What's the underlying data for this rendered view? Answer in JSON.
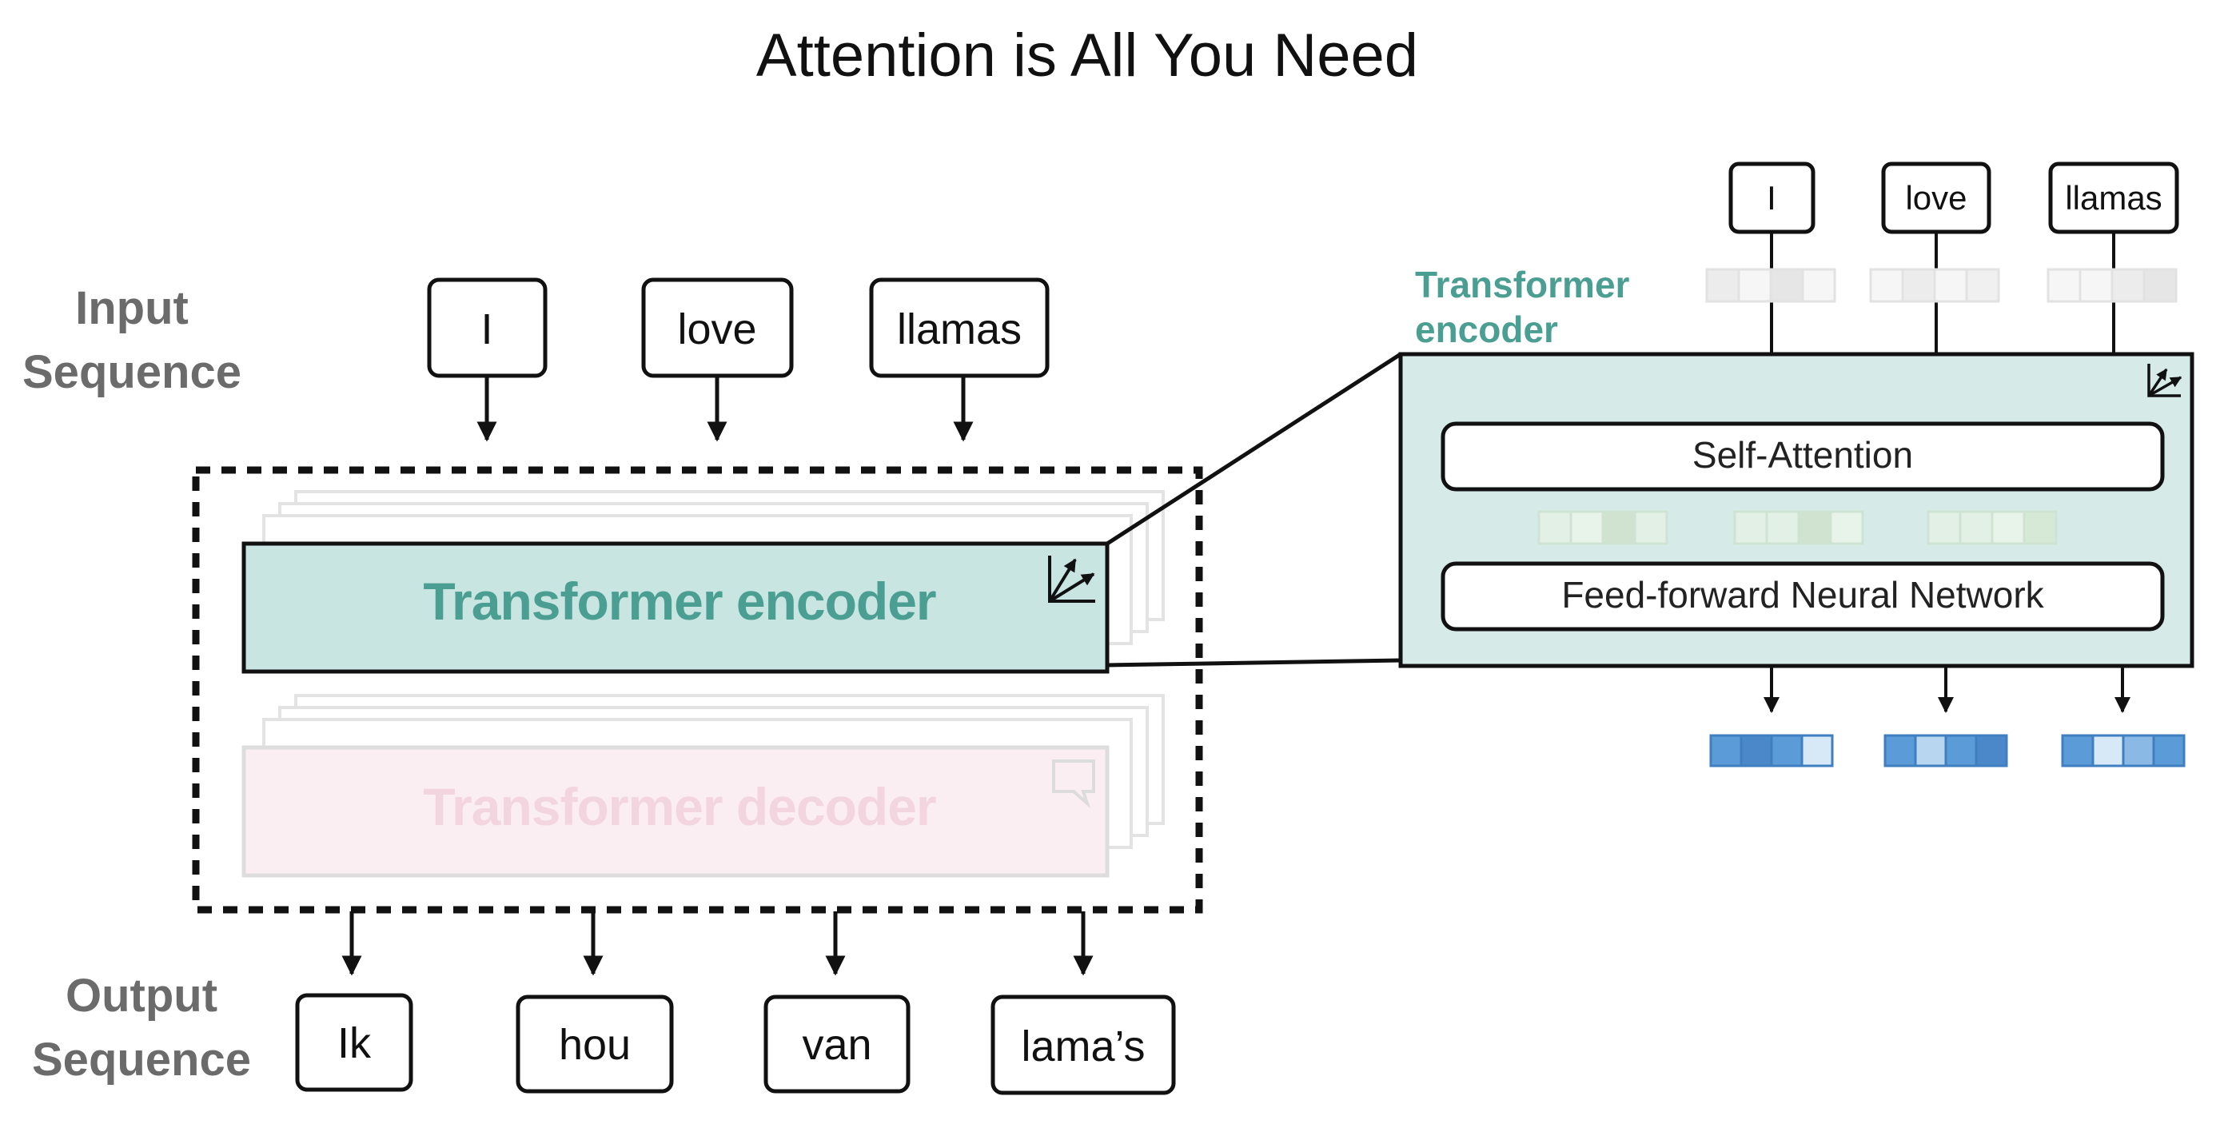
{
  "title": "Attention is All You Need",
  "labels": {
    "input_sequence": [
      "Input",
      "Sequence"
    ],
    "output_sequence": [
      "Output",
      "Sequence"
    ],
    "detail_encoder": [
      "Transformer",
      "encoder"
    ]
  },
  "input_tokens": [
    "I",
    "love",
    "llamas"
  ],
  "output_tokens": [
    "Ik",
    "hou",
    "van",
    "lama’s"
  ],
  "encoder": {
    "label": "Transformer encoder"
  },
  "decoder": {
    "label": "Transformer decoder"
  },
  "detail": {
    "tokens": [
      "I",
      "love",
      "llamas"
    ],
    "self_attention": "Self-Attention",
    "feed_forward": "Feed-forward Neural Network"
  },
  "colors": {
    "encoder_fill": "#c9e5e2",
    "encoder_text": "#4a9e92",
    "decoder_fill": "#fbeef3",
    "decoder_text": "#f3d5df",
    "label_gray": "#6b6b6b",
    "vector_gray": "#e8e8e8",
    "vector_green": "#d7ead9",
    "vector_blue": "#5b9bd8"
  },
  "icons": {
    "encoder": "vector-axes-icon",
    "decoder": "speech-bubble-icon"
  }
}
